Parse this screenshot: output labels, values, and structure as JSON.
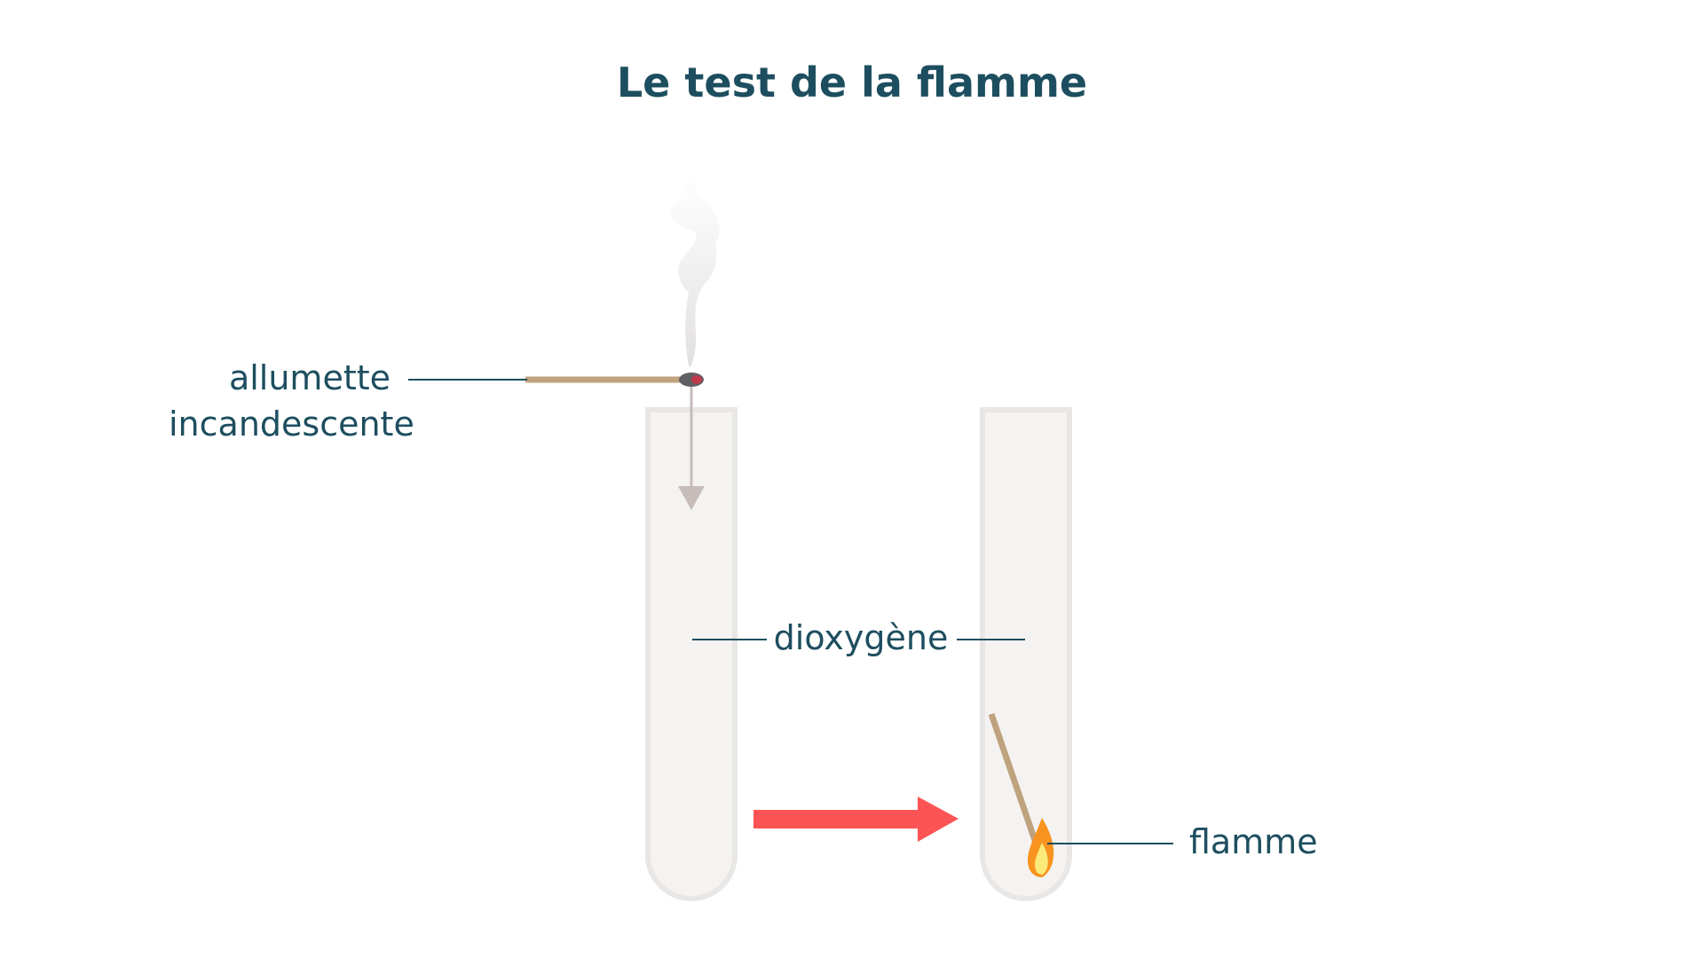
{
  "title": "Le test de la flamme",
  "labels": {
    "match_line1": "allumette",
    "match_line2": "incandescente",
    "gas": "dioxygène",
    "flame": "flamme"
  },
  "colors": {
    "text": "#1d4e5f",
    "tube_fill": "#f4f3f2",
    "tube_edge": "#e9e7e5",
    "match_stick": "#bfa27e",
    "process_arrow": "#fc5454",
    "motion_arrow": "#c6bdbb",
    "flame_outer": "#f7931e",
    "flame_inner": "#fbe97a"
  }
}
